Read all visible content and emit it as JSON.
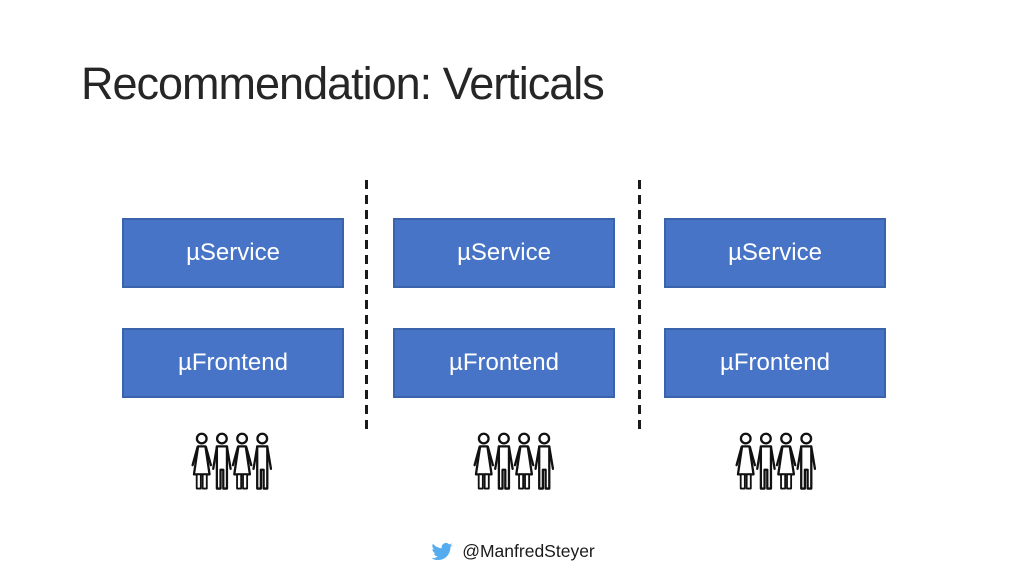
{
  "slide": {
    "title": "Recommendation: Verticals",
    "columns": [
      {
        "service_label": "µService",
        "frontend_label": "µFrontend",
        "users_icon": "people-group-icon"
      },
      {
        "service_label": "µService",
        "frontend_label": "µFrontend",
        "users_icon": "people-group-icon"
      },
      {
        "service_label": "µService",
        "frontend_label": "µFrontend",
        "users_icon": "people-group-icon"
      }
    ],
    "dividers": {
      "count": 2,
      "style": "dashed-vertical"
    },
    "footer": {
      "twitter_icon": "twitter-bird-icon",
      "handle": "@ManfredSteyer"
    },
    "colors": {
      "title_text": "#262626",
      "box_fill": "#4774C6",
      "box_border": "#3B63AC",
      "box_text": "#FFFFFF",
      "divider": "#1A1A1A",
      "icon_stroke": "#111111",
      "twitter_blue": "#55ACEE"
    }
  }
}
